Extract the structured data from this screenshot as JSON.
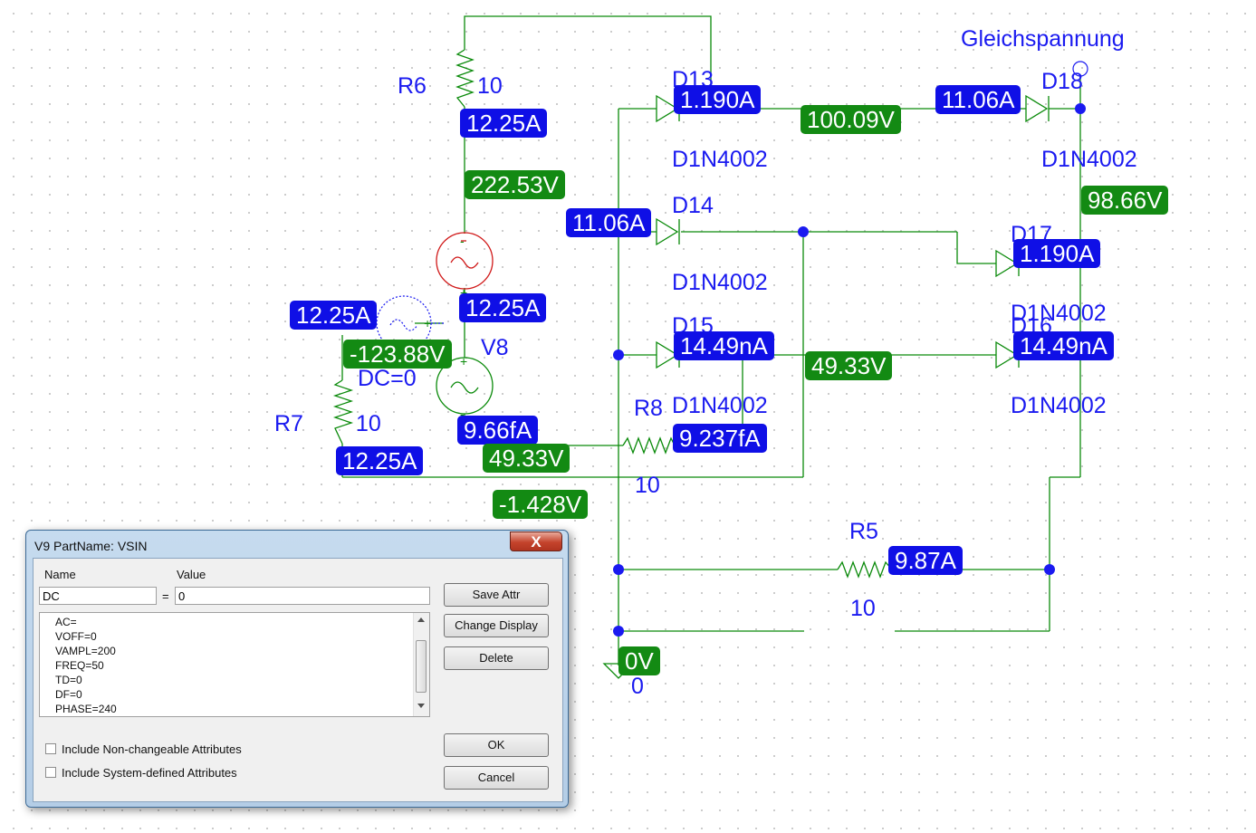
{
  "title": "Gleichspannung",
  "components": [
    {
      "id": "R6",
      "value": "10"
    },
    {
      "id": "R7",
      "value": "10"
    },
    {
      "id": "R8",
      "value": "10"
    },
    {
      "id": "R5",
      "value": "10"
    },
    {
      "id": "V8",
      "value": "DC=0"
    },
    {
      "id": "D13",
      "part": "D1N4002"
    },
    {
      "id": "D14",
      "part": "D1N4002"
    },
    {
      "id": "D15",
      "part": "D1N4002"
    },
    {
      "id": "D16",
      "part": "D1N4002"
    },
    {
      "id": "D17",
      "part": "D1N4002"
    },
    {
      "id": "D18",
      "part": "D1N4002"
    }
  ],
  "ground_value": "0",
  "currents": [
    "12.25A",
    "1.190A",
    "11.06A",
    "11.06A",
    "1.190A",
    "12.25A",
    "12.25A",
    "14.49nA",
    "14.49nA",
    "9.66fA",
    "9.237fA",
    "12.25A",
    "9.87A"
  ],
  "voltages": [
    "100.09V",
    "222.53V",
    "98.66V",
    "-123.88V",
    "49.33V",
    "49.33V",
    "-1.428V",
    "0V"
  ],
  "dialog": {
    "title": "V9   PartName: VSIN",
    "close_label": "X",
    "name_header": "Name",
    "value_header": "Value",
    "name_value": "DC",
    "equals": "=",
    "value_value": "0",
    "attributes": [
      "AC=",
      "VOFF=0",
      "VAMPL=200",
      "FREQ=50",
      "TD=0",
      "DF=0",
      "PHASE=240"
    ],
    "buttons": {
      "save": "Save Attr",
      "change_display": "Change Display",
      "delete": "Delete",
      "ok": "OK",
      "cancel": "Cancel"
    },
    "checkboxes": [
      {
        "label": "Include Non-changeable Attributes",
        "checked": false
      },
      {
        "label": "Include System-defined Attributes",
        "checked": false
      }
    ]
  },
  "colors": {
    "wire": "#0a8a0a",
    "label": "#1a1af0",
    "current_bg": "#0f0fe6",
    "voltage_bg": "#138a13",
    "source": "#d01818"
  }
}
